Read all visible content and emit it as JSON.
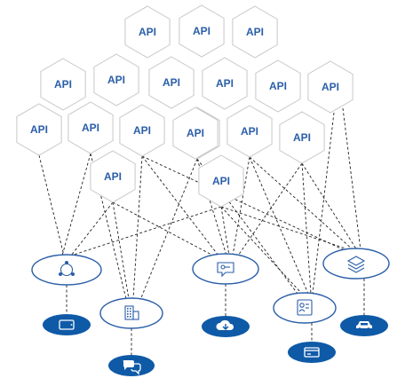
{
  "diagram": {
    "api_label": "API",
    "api_count": 18,
    "colors": {
      "primary_blue": "#2a5ea8",
      "device_blue": "#0f5aa7",
      "hex_stroke": "#c7c7c7",
      "link": "#202020"
    },
    "hubs": [
      {
        "id": "hub-network",
        "icon": "share-network-icon"
      },
      {
        "id": "hub-building",
        "icon": "building-icon"
      },
      {
        "id": "hub-chat-key",
        "icon": "chat-key-icon"
      },
      {
        "id": "hub-contacts",
        "icon": "contact-card-icon"
      },
      {
        "id": "hub-layers",
        "icon": "layers-icon"
      }
    ],
    "devices": [
      {
        "id": "device-tablet",
        "icon": "tablet-icon"
      },
      {
        "id": "device-chat",
        "icon": "chat-bubbles-icon"
      },
      {
        "id": "device-cloud",
        "icon": "cloud-download-icon"
      },
      {
        "id": "device-card",
        "icon": "credit-card-icon"
      },
      {
        "id": "device-car",
        "icon": "car-icon"
      }
    ]
  }
}
